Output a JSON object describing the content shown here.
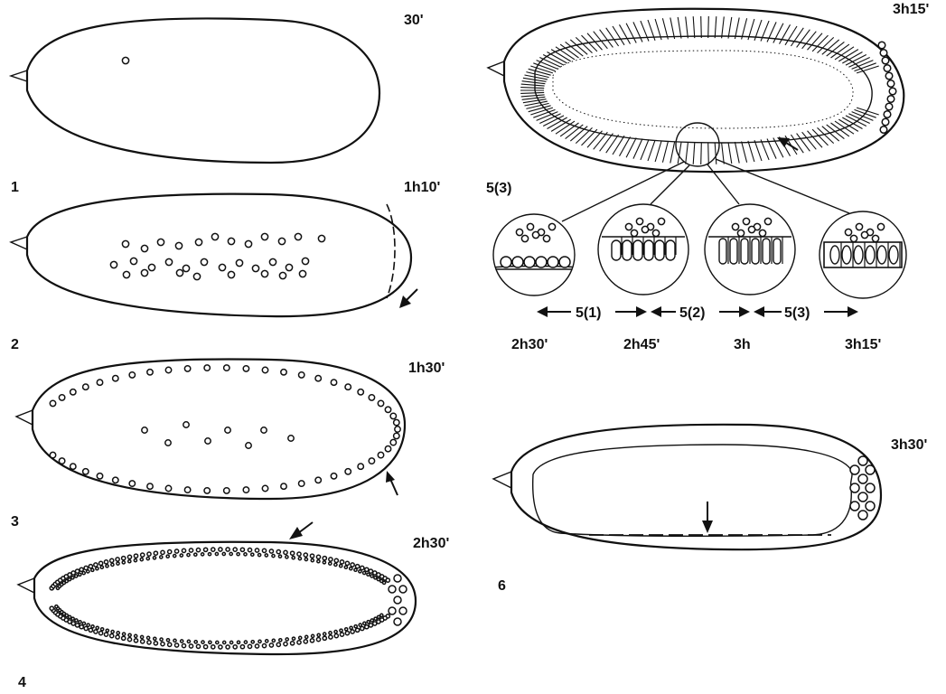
{
  "panels": [
    {
      "id": "1",
      "time": "30'"
    },
    {
      "id": "2",
      "time": "1h10'"
    },
    {
      "id": "3",
      "time": "1h30'"
    },
    {
      "id": "4",
      "time": "2h30'"
    },
    {
      "id": "5(3)",
      "time": "3h15'"
    },
    {
      "id": "6",
      "time": "3h30'"
    }
  ],
  "substages": {
    "labels": [
      "5(1)",
      "5(2)",
      "5(3)"
    ],
    "times": [
      "2h30'",
      "2h45'",
      "3h",
      "3h15'"
    ]
  },
  "colors": {
    "ink": "#111111",
    "paper": "#ffffff"
  }
}
